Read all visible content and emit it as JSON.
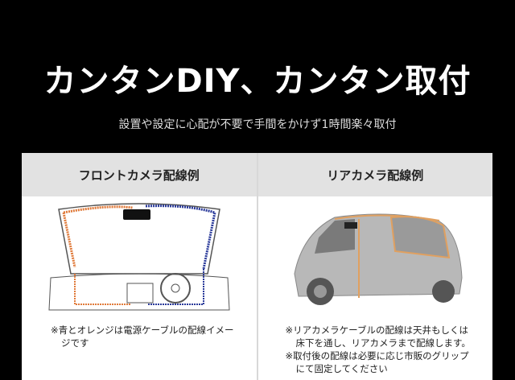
{
  "header": {
    "title": "カンタンDIY、カンタン取付",
    "subtitle": "設置や設定に心配が不要で手間をかけず1時間楽々取付"
  },
  "panels": [
    {
      "title": "フロントカメラ配線例",
      "notes": [
        "※青とオレンジは電源ケーブルの配線イメー",
        "ジです"
      ]
    },
    {
      "title": "リアカメラ配線例",
      "notes": [
        "※リアカメラケーブルの配線は天井もしくは",
        "床下を通し、リアカメラまで配線します。",
        "※取付後の配線は必要に応じ市販のグリップ",
        "にて固定してください"
      ]
    }
  ],
  "colors": {
    "orange": "#e07a3a",
    "blue": "#2a3a9a"
  }
}
